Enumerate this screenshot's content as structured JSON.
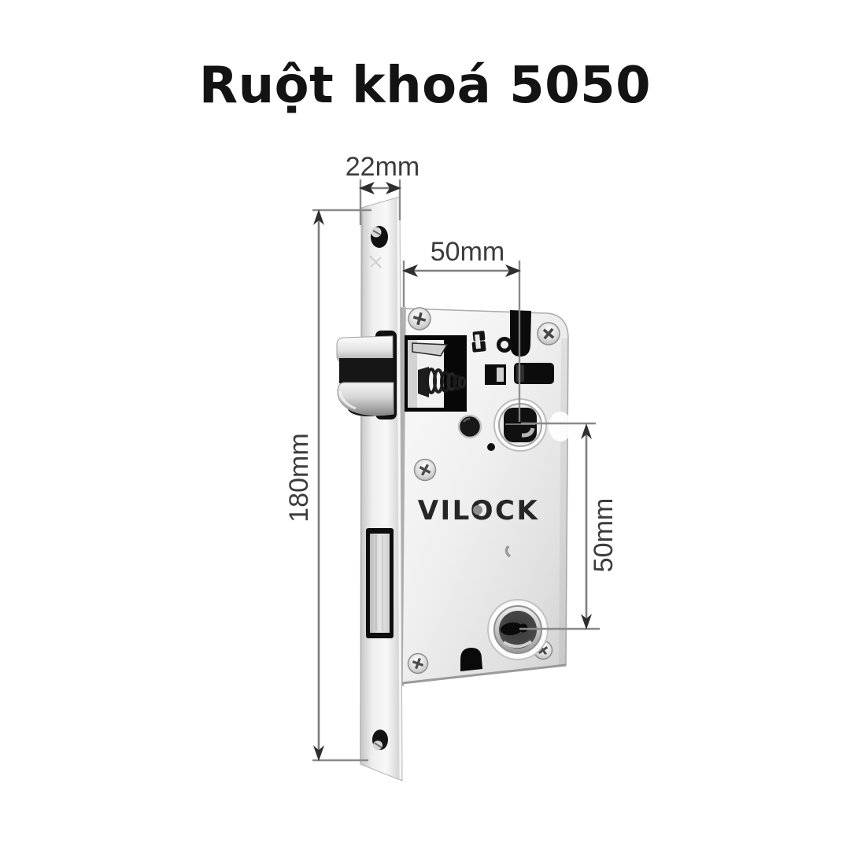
{
  "title": "Ruột khoá 5050",
  "product": {
    "brand": "VILOCK",
    "name": "Ruột khoá 5050",
    "type": "mortise-lock-body-diagram"
  },
  "dimensions": {
    "faceplate_width": "22mm",
    "backset": "50mm",
    "faceplate_height": "180mm",
    "hole_center_distance": "50mm"
  },
  "colors": {
    "background": "#ffffff",
    "title_text": "#131313",
    "dimension_text": "#3c3c3c",
    "dimension_line": "#7e7e7e",
    "arrowhead": "#2e2e2e",
    "metal_light": "#f6f6f6",
    "metal_mid": "#d8d8d8",
    "metal_dark": "#9a9a9a",
    "hole_black": "#0e0e0e",
    "brand_text": "#262626"
  }
}
